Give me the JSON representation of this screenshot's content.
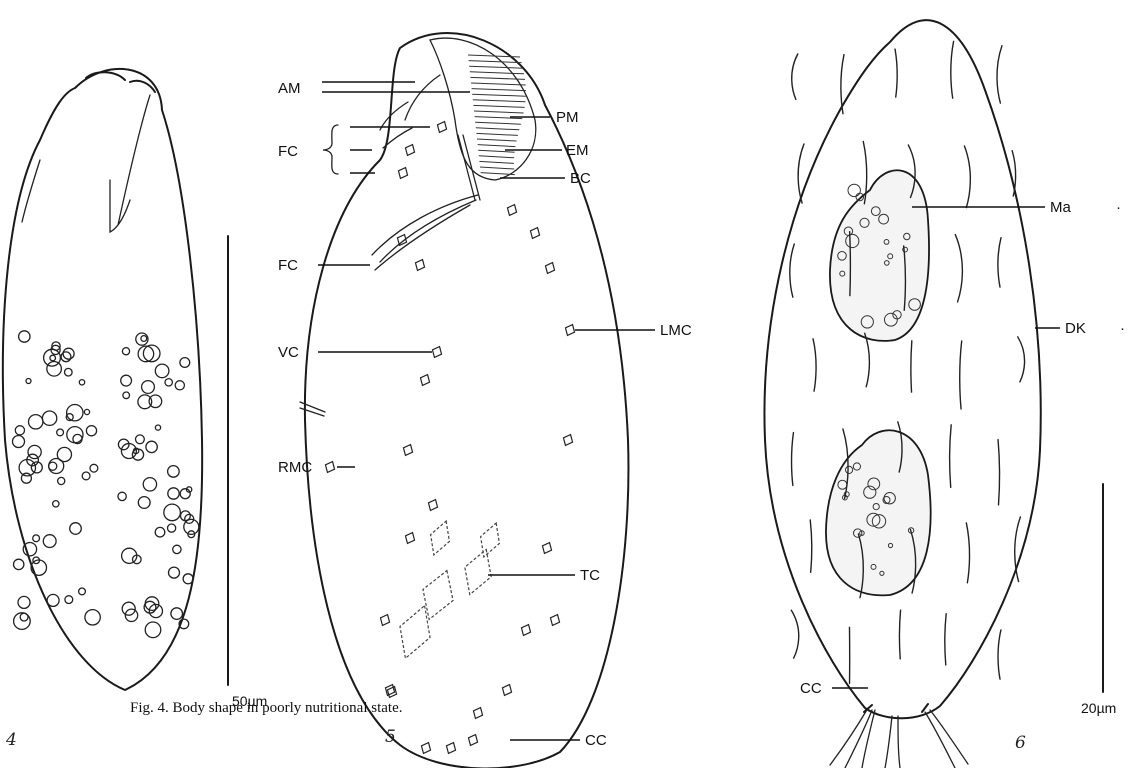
{
  "figures": {
    "fig4": {
      "number": "4",
      "scale_label": "50µm"
    },
    "fig5": {
      "number": "5",
      "labels": {
        "am": "AM",
        "fc": "FC",
        "fc_lower": "FC",
        "vc": "VC",
        "rmc": "RMC",
        "pm": "PM",
        "em": "EM",
        "bc": "BC",
        "lmc": "LMC",
        "tc": "TC",
        "cc": "CC"
      }
    },
    "fig6": {
      "number": "6",
      "labels": {
        "ma": "Ma",
        "dk": "DK",
        "cc": "CC"
      },
      "scale_label": "20µm"
    }
  },
  "caption": "Fig. 4. Body shape in poorly nutritional state."
}
